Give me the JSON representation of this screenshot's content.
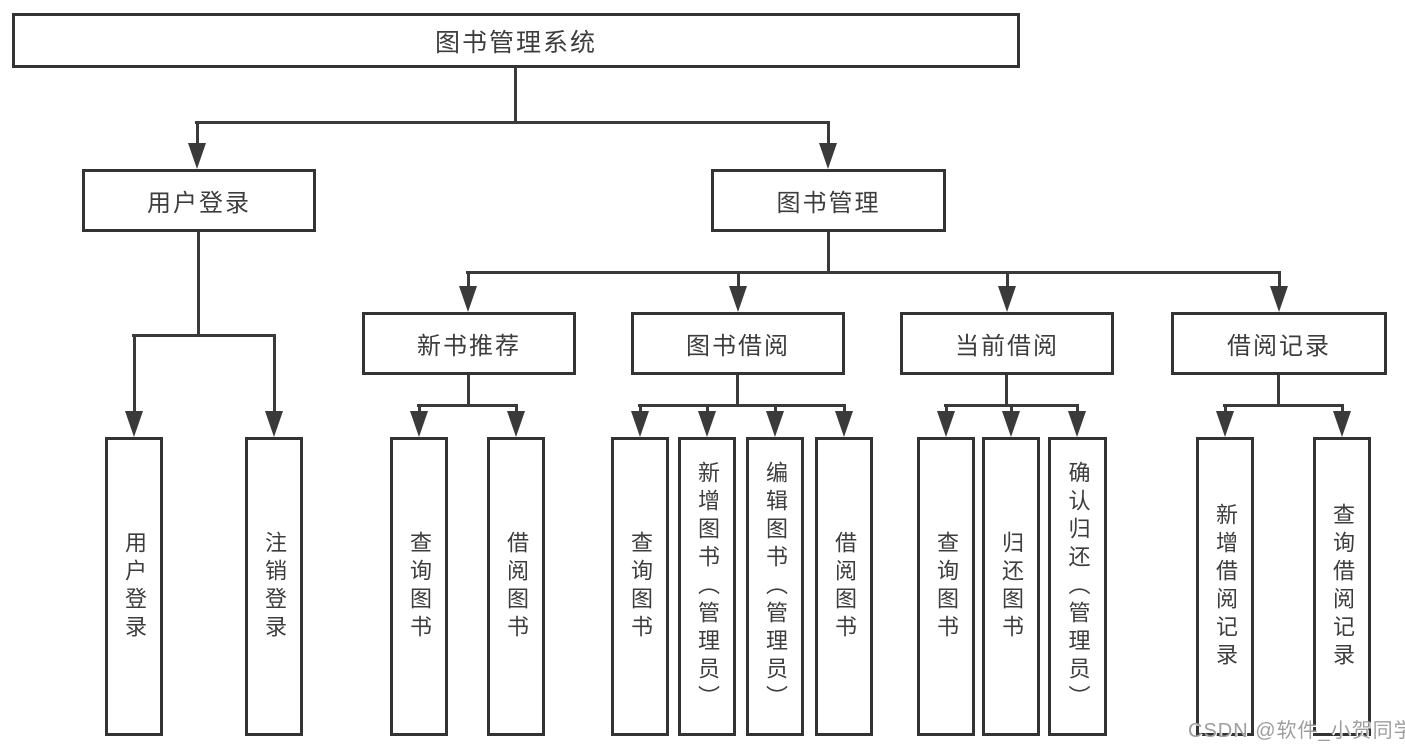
{
  "colors": {
    "line": "#3a3a3a",
    "box_border": "#333333",
    "text": "#3d3d3d",
    "watermark": "#9e9e9e",
    "background": "#ffffff"
  },
  "tree": {
    "root": "图书管理系统",
    "branches": [
      {
        "label": "用户登录",
        "children": [
          {
            "label": "用户登录"
          },
          {
            "label": "注销登录"
          }
        ]
      },
      {
        "label": "图书管理",
        "children": [
          {
            "label": "新书推荐",
            "children": [
              {
                "label": "查询图书"
              },
              {
                "label": "借阅图书"
              }
            ]
          },
          {
            "label": "图书借阅",
            "children": [
              {
                "label": "查询图书"
              },
              {
                "label": "新增图书（管理员）"
              },
              {
                "label": "编辑图书（管理员）"
              },
              {
                "label": "借阅图书"
              }
            ]
          },
          {
            "label": "当前借阅",
            "children": [
              {
                "label": "查询图书"
              },
              {
                "label": "归还图书"
              },
              {
                "label": "确认归还（管理员）"
              }
            ]
          },
          {
            "label": "借阅记录",
            "children": [
              {
                "label": "新增借阅记录"
              },
              {
                "label": "查询借阅记录"
              }
            ]
          }
        ]
      }
    ]
  },
  "watermark": "CSDN @软件_小贺同学"
}
